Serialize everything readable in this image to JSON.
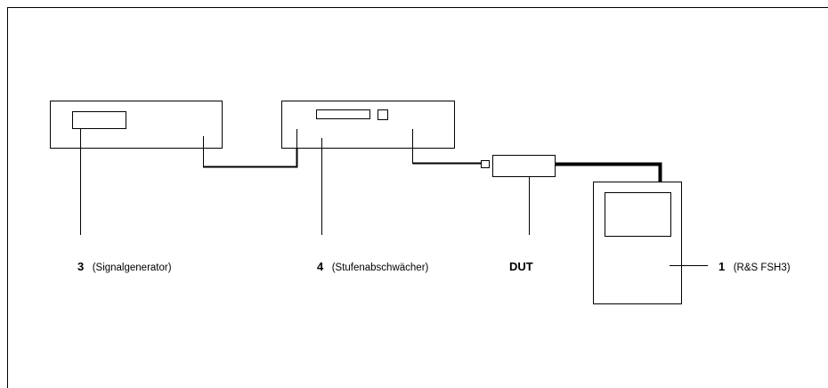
{
  "diagram": {
    "labels": {
      "signal_generator": {
        "number": "3",
        "text": "(Signalgenerator)"
      },
      "step_attenuator": {
        "number": "4",
        "text": "(Stufenabschwächer)"
      },
      "dut": {
        "text": "DUT"
      },
      "analyzer": {
        "number": "1",
        "text": "(R&S FSH3)"
      }
    }
  }
}
